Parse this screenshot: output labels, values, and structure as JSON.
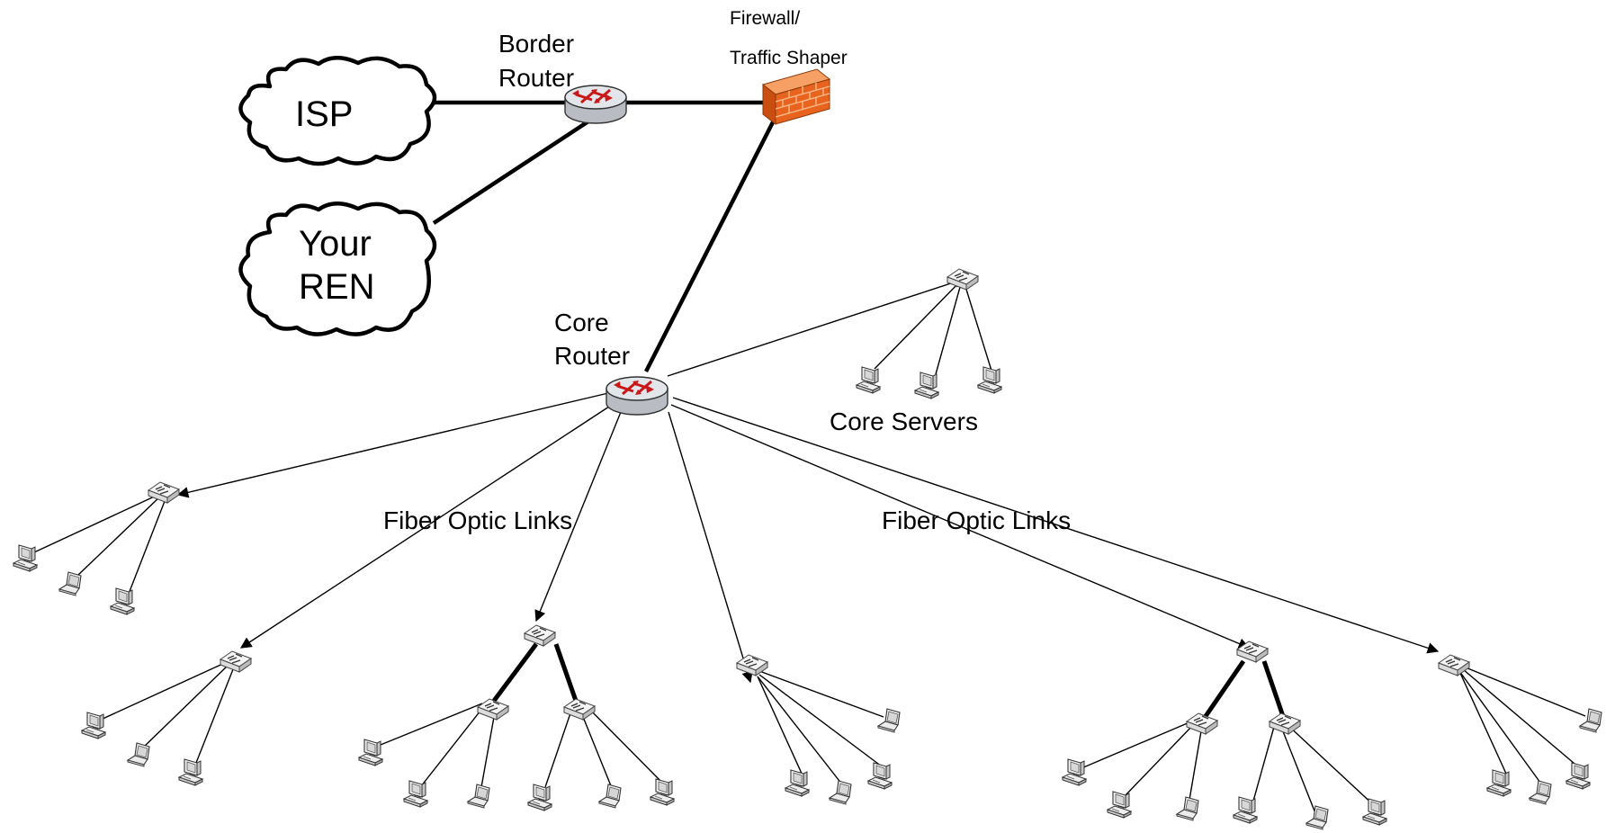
{
  "labels": {
    "isp": "ISP",
    "ren_line1": "Your",
    "ren_line2": "REN",
    "border_router_line1": "Border",
    "border_router_line2": "Router",
    "firewall_line1": "Firewall/",
    "firewall_line2": "Traffic Shaper",
    "core_router_line1": "Core",
    "core_router_line2": "Router",
    "core_servers": "Core Servers",
    "fiber_left": "Fiber Optic Links",
    "fiber_right": "Fiber Optic Links"
  },
  "colors": {
    "firewall_brick": "#e8641e",
    "router_body": "#d9dde2",
    "router_arrows": "#d01818"
  },
  "icons": [
    "cloud",
    "router-icon",
    "firewall-icon",
    "switch-icon",
    "desktop-computer-icon",
    "laptop-icon"
  ]
}
